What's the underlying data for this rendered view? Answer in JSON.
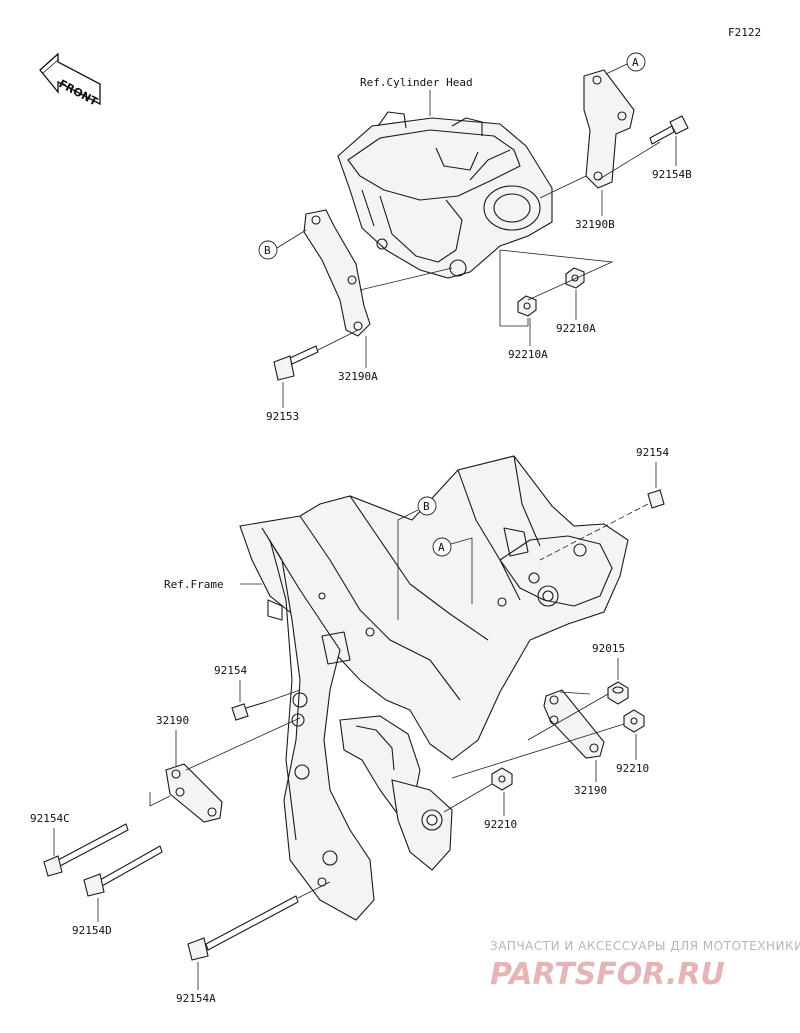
{
  "figure_code": "F2122",
  "front_arrow_label": "FRONT",
  "ref_labels": {
    "cylinder_head": "Ref.Cylinder Head",
    "frame": "Ref.Frame"
  },
  "circle_tags": {
    "a": "A",
    "b": "B"
  },
  "parts": {
    "p92154B": "92154B",
    "p32190B": "32190B",
    "p32190A": "32190A",
    "p92153": "92153",
    "p92210A_left": "92210A",
    "p92210A_right": "92210A",
    "p92154_top": "92154",
    "p92154_mid": "92154",
    "p32190_left": "32190",
    "p92154C": "92154C",
    "p92154D": "92154D",
    "p92154A": "92154A",
    "p92015": "92015",
    "p92210_right": "92210",
    "p32190_right": "32190",
    "p92210_bottom": "92210"
  },
  "watermark": {
    "line1": "ЗАПЧАСТИ И АКСЕССУАРЫ ДЛЯ МОТОТЕХНИКИ",
    "line2": "PARTSFOR.RU"
  }
}
